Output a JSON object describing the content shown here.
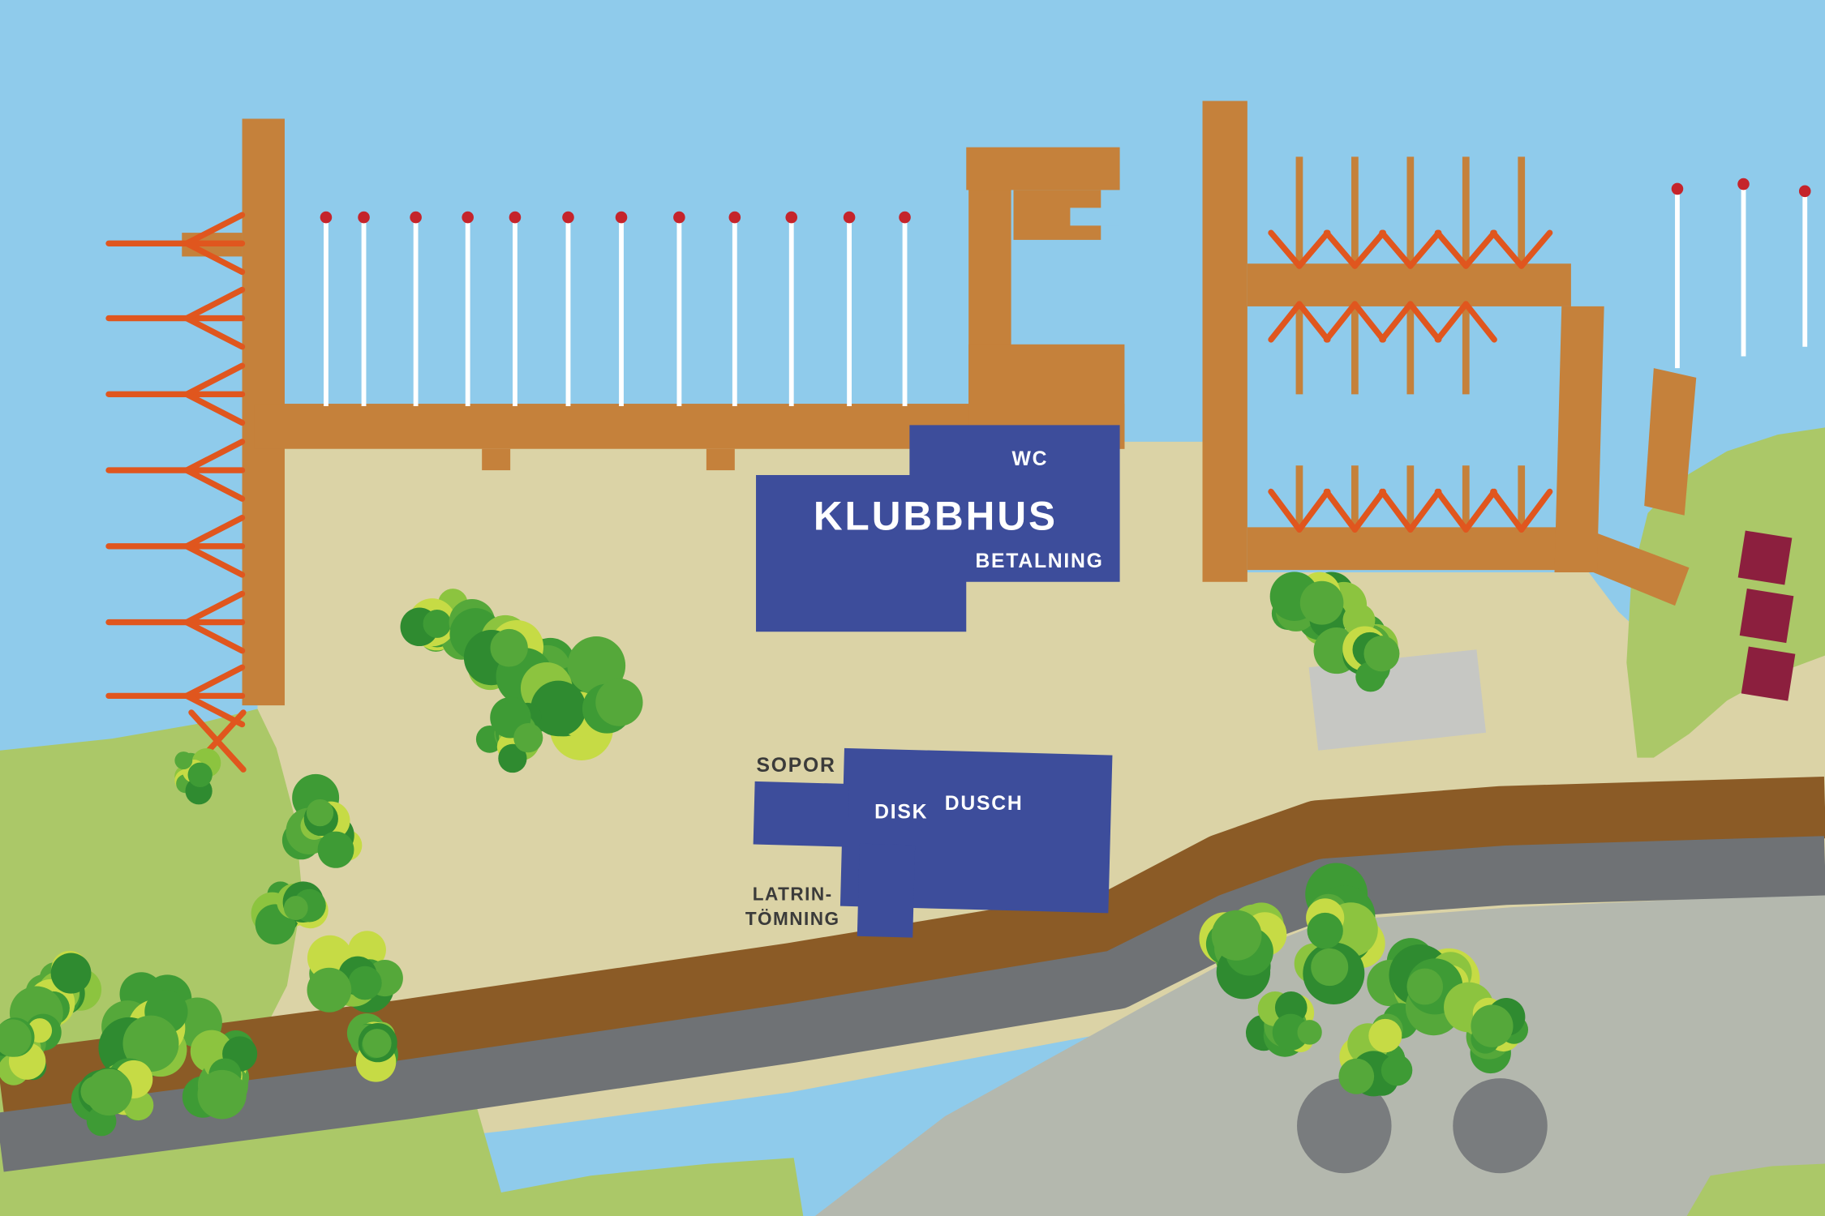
{
  "map": {
    "labels": {
      "klubbhus": "KLUBBHUS",
      "wc": "WC",
      "betalning": "BETALNING",
      "sopor": "SOPOR",
      "disk": "DISK",
      "dusch": "DUSCH",
      "latrin_line1": "LATRIN-",
      "latrin_line2": "TÖMNING"
    },
    "colors": {
      "water": "#8FCBEB",
      "sand": "#DBD3A6",
      "grass": "#ABC868",
      "dock": "#C5813B",
      "berth_boom": "#E0561E",
      "mooring_pole": "#FFFFFF",
      "pole_tip": "#C5242B",
      "building": "#3D4D9B",
      "building_text": "#FFFFFF",
      "ground_text": "#3B3B3A",
      "road_dirt": "#8B5B26",
      "road_paved": "#6F7275",
      "parking": "#B4B8AE",
      "parking_pad": "#C6C7C3",
      "parking_circle": "#797C7E",
      "storage_box": "#8C1F3E",
      "tree_greens": [
        "#3E9B35",
        "#55A83A",
        "#8CC43F",
        "#C6DB45",
        "#2F8B30"
      ]
    }
  }
}
